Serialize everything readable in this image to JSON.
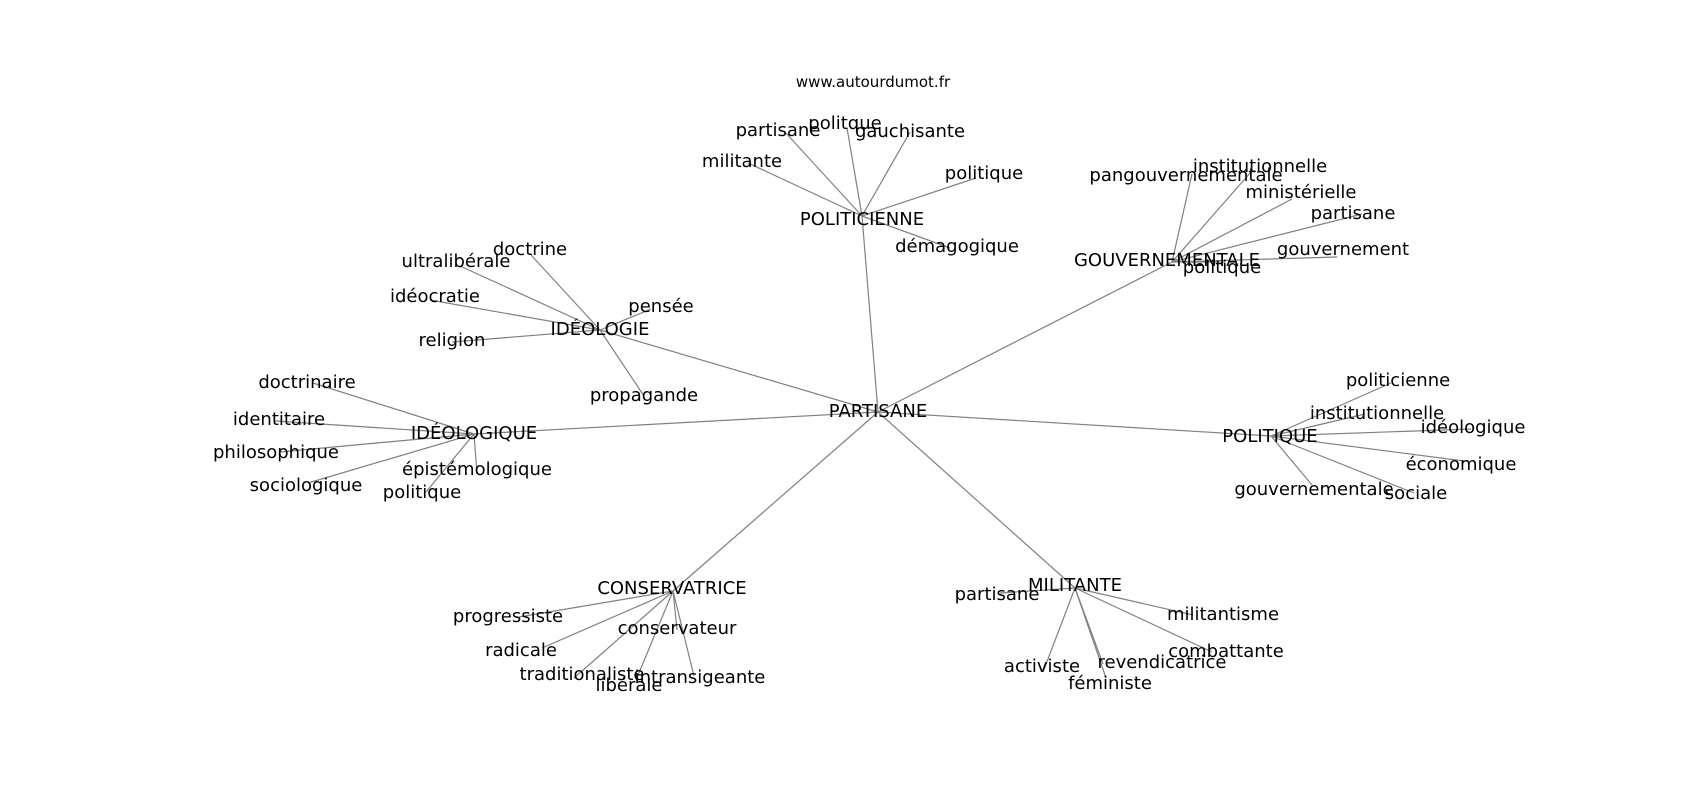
{
  "source": "www.autourdumot.fr",
  "graph": {
    "center": {
      "id": "partisane",
      "label": "PARTISANE"
    },
    "clusters": [
      {
        "id": "politicienne",
        "label": "POLITICIENNE",
        "leaves": [
          "partisane",
          "politque",
          "gauchisante",
          "militante",
          "politique",
          "démagogique"
        ]
      },
      {
        "id": "gouvernementale",
        "label": "GOUVERNEMENTALE",
        "leaves": [
          "pangouvernementale",
          "institutionnelle",
          "ministérielle",
          "partisane",
          "gouvernement",
          "politique"
        ]
      },
      {
        "id": "ideologie",
        "label": "IDÉOLOGIE",
        "leaves": [
          "doctrine",
          "ultralibérale",
          "idéocratie",
          "pensée",
          "religion",
          "propagande"
        ]
      },
      {
        "id": "ideologique",
        "label": "IDÉOLOGIQUE",
        "leaves": [
          "doctrinaire",
          "identitaire",
          "philosophique",
          "épistémologique",
          "sociologique",
          "politique"
        ]
      },
      {
        "id": "politique",
        "label": "POLITIQUE",
        "leaves": [
          "politicienne",
          "institutionnelle",
          "idéologique",
          "économique",
          "gouvernementale",
          "sociale"
        ]
      },
      {
        "id": "conservatrice",
        "label": "CONSERVATRICE",
        "leaves": [
          "progressiste",
          "conservateur",
          "radicale",
          "traditionaliste",
          "libérale",
          "intransigeante"
        ]
      },
      {
        "id": "militante",
        "label": "MILITANTE",
        "leaves": [
          "partisane",
          "militantisme",
          "activiste",
          "revendicatrice",
          "combattante",
          "féministe"
        ]
      }
    ]
  }
}
